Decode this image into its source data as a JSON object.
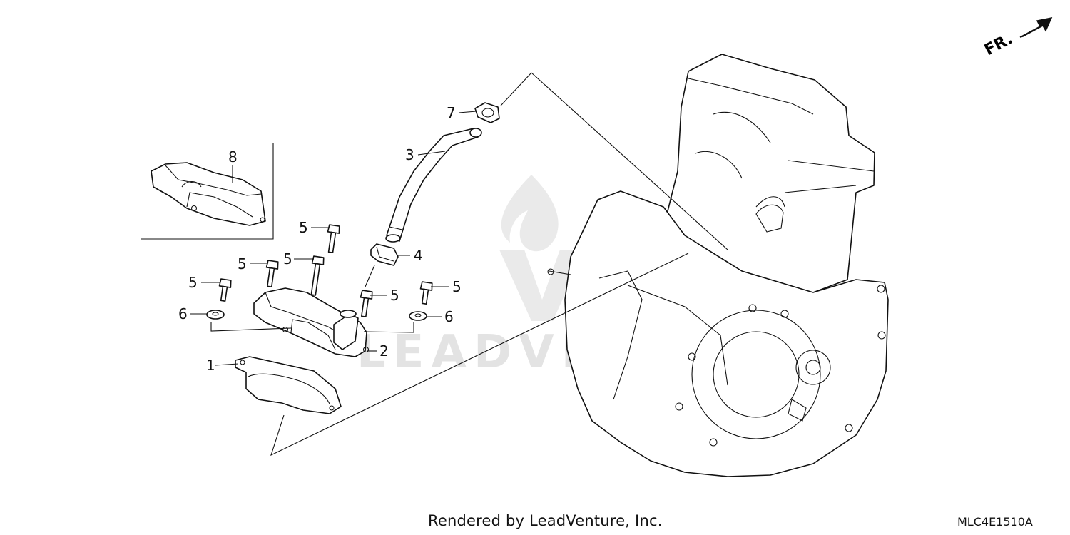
{
  "orientation": {
    "label": "FR.",
    "icon": "arrow-front-icon"
  },
  "watermark": {
    "text": "LEADVENTURE",
    "icon": "flame-logo-icon"
  },
  "callouts": [
    {
      "label": "1",
      "part": "gasket"
    },
    {
      "label": "2",
      "part": "cover"
    },
    {
      "label": "3",
      "part": "hose"
    },
    {
      "label": "4",
      "part": "clamp-lower"
    },
    {
      "label": "5",
      "part": "bolt"
    },
    {
      "label": "6",
      "part": "washer"
    },
    {
      "label": "7",
      "part": "clamp-upper"
    },
    {
      "label": "8",
      "part": "cover-assembly"
    }
  ],
  "footer": {
    "credit": "Rendered by LeadVenture, Inc.",
    "code": "MLC4E1510A"
  }
}
